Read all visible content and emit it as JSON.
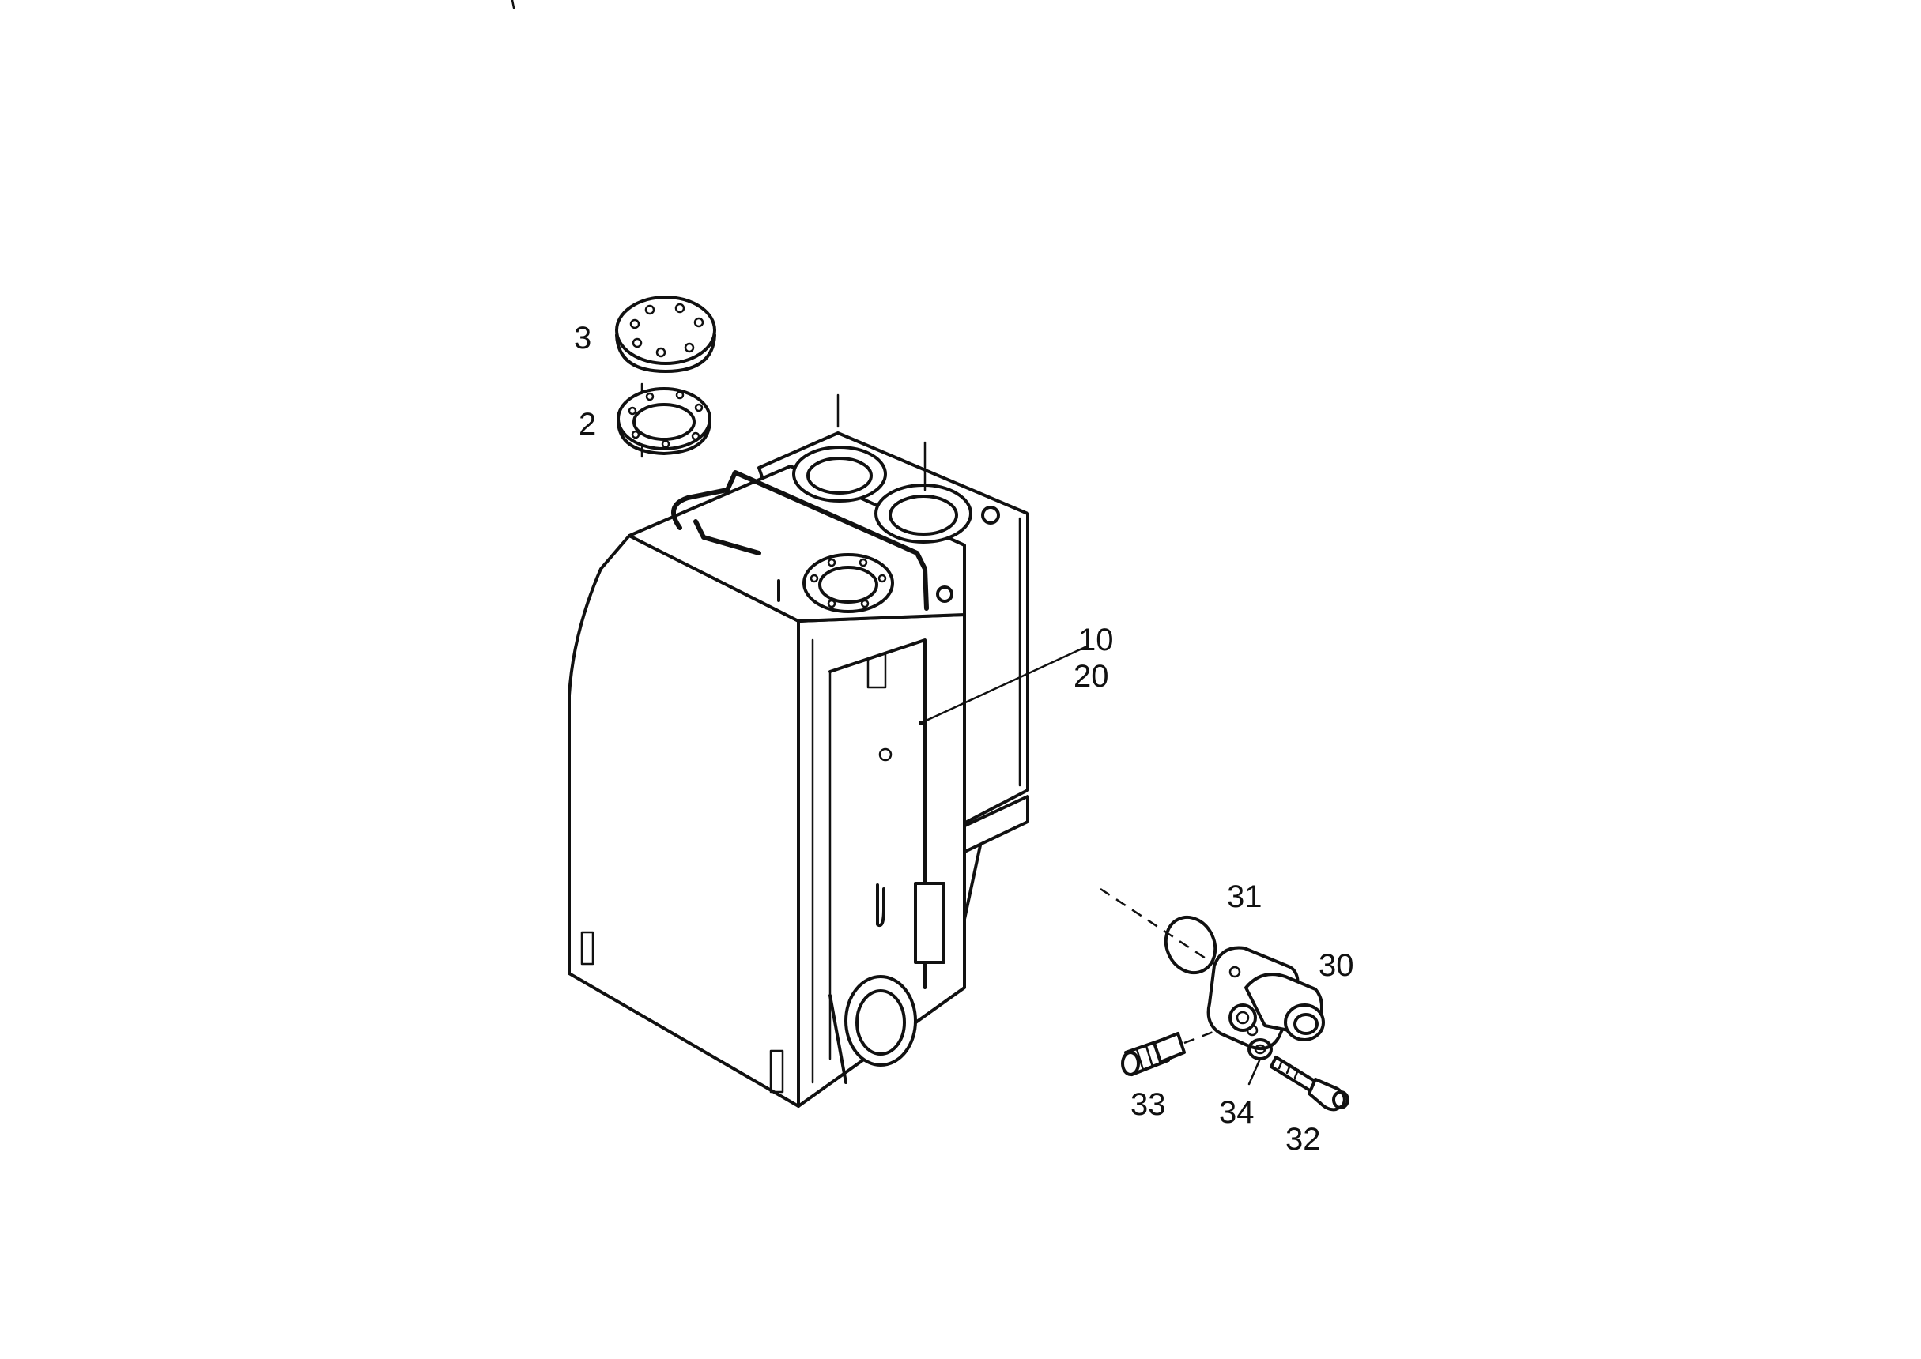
{
  "callouts": [
    {
      "id": "p3",
      "text": "3"
    },
    {
      "id": "p2",
      "text": "2"
    },
    {
      "id": "p10",
      "text": "10"
    },
    {
      "id": "p20",
      "text": "20"
    },
    {
      "id": "p31",
      "text": "31"
    },
    {
      "id": "p30",
      "text": "30"
    },
    {
      "id": "p33",
      "text": "33"
    },
    {
      "id": "p34",
      "text": "34"
    },
    {
      "id": "p32",
      "text": "32"
    }
  ]
}
